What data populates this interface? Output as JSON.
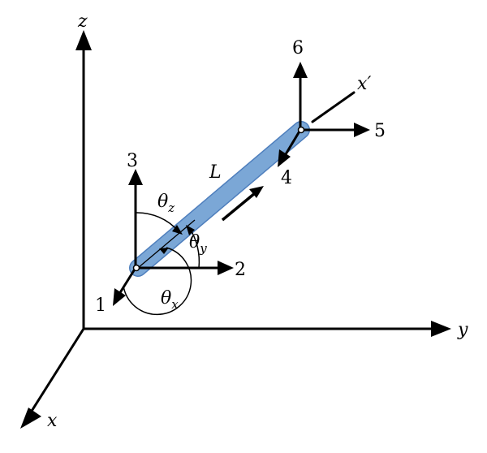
{
  "global_axes": {
    "x": "x",
    "y": "y",
    "z": "z"
  },
  "element": {
    "length": "L",
    "local_axis": "x′",
    "color": "#7ba7d6",
    "edge_color": "#4f7fbd"
  },
  "dofs": [
    "1",
    "2",
    "3",
    "4",
    "5",
    "6"
  ],
  "angles": {
    "theta": "θ",
    "x": "x",
    "y": "y",
    "z": "z"
  }
}
